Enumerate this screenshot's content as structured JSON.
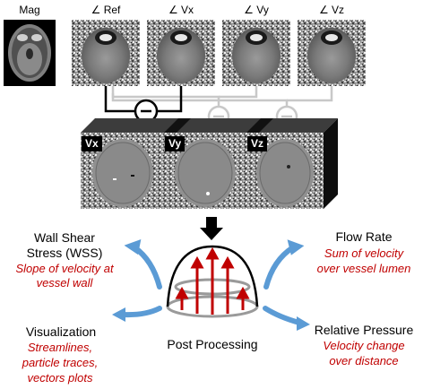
{
  "mri_labels": [
    "Mag",
    "∠ Ref",
    "∠ Vx",
    "∠ Vy",
    "∠ Vz"
  ],
  "velocity_labels": [
    "Vx",
    "Vy",
    "Vz"
  ],
  "center_caption": "Post Processing",
  "outputs": {
    "wss": {
      "title_lines": [
        "Wall Shear",
        "Stress (WSS)"
      ],
      "desc_lines": [
        "Slope of velocity at",
        "vessel wall"
      ]
    },
    "flow_rate": {
      "title_lines": [
        "Flow Rate"
      ],
      "desc_lines": [
        "Sum of velocity",
        "over vessel lumen"
      ]
    },
    "visualization": {
      "title_lines": [
        "Visualization"
      ],
      "desc_lines": [
        "Streamlines,",
        "particle traces,",
        "vectors plots"
      ]
    },
    "relative_pressure": {
      "title_lines": [
        "Relative Pressure"
      ],
      "desc_lines": [
        "Velocity change",
        "over distance"
      ]
    }
  },
  "colors": {
    "arrow_blue": "#5b9bd5",
    "description_red": "#c00000",
    "velocity_arrow_red": "#c00000",
    "subtract_active": "#000000",
    "subtract_inactive": "#c8c8c8"
  }
}
